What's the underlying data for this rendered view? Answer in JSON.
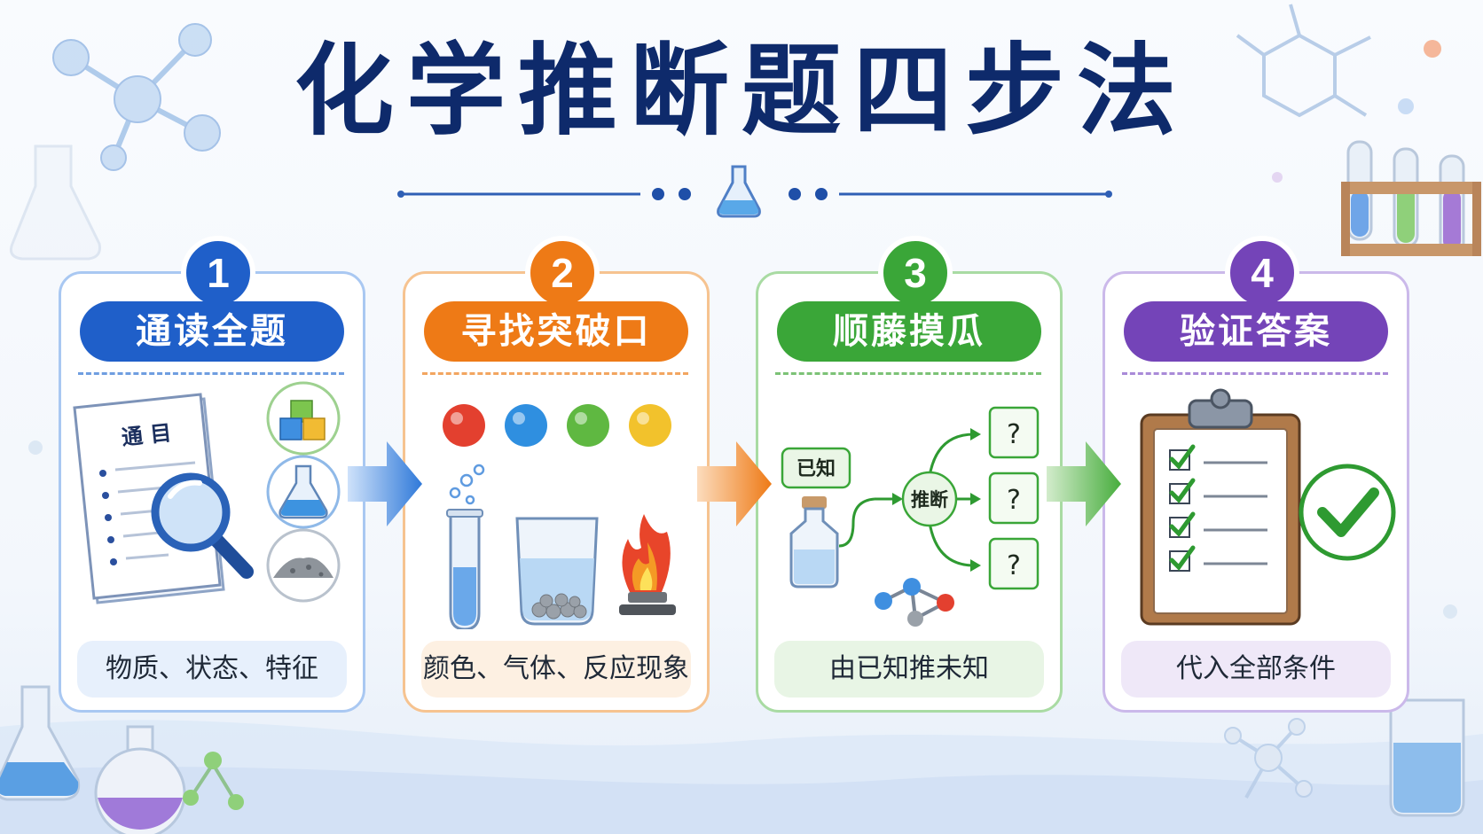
{
  "title": "化学推断题四步法",
  "steps": [
    {
      "number": "1",
      "name": "通读全题",
      "note": "物质、状态、特征",
      "color": "#1f5fc9",
      "doc_label": "通 目"
    },
    {
      "number": "2",
      "name": "寻找突破口",
      "note": "颜色、气体、反应现象",
      "color": "#ee7a16"
    },
    {
      "number": "3",
      "name": "顺藤摸瓜",
      "note": "由已知推未知",
      "color": "#3aa638",
      "known_label": "已知",
      "infer_label": "推断",
      "unknown_label": "?"
    },
    {
      "number": "4",
      "name": "验证答案",
      "note": "代入全部条件",
      "color": "#7444b8"
    }
  ],
  "colors": {
    "title": "#0e2a6b",
    "step1_bg": "#e7f0fc",
    "step2_bg": "#fdf0e2",
    "step3_bg": "#e8f5e5",
    "step4_bg": "#efe8f8"
  }
}
